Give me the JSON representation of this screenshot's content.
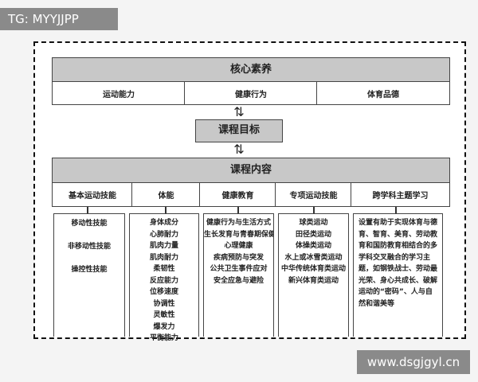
{
  "tag": "TG: MYYJJPP",
  "watermark": "www.dsgjgyl.cn",
  "core": {
    "title": "核心素养",
    "items": [
      "运动能力",
      "健康行为",
      "体育品德"
    ]
  },
  "goal": "课程目标",
  "content": {
    "title": "课程内容",
    "headers": [
      "基本运动技能",
      "体能",
      "健康教育",
      "专项运动技能",
      "跨学科主题学习"
    ],
    "columns": [
      [
        "移动性技能",
        "非移动性技能",
        "操控性技能"
      ],
      [
        "身体成分",
        "心肺耐力",
        "肌肉力量",
        "肌肉耐力",
        "柔韧性",
        "反应能力",
        "位移速度",
        "协调性",
        "灵敏性",
        "爆发力",
        "平衡能力"
      ],
      [
        "健康行为与生活方式",
        "生长发育与青春期保健",
        "心理健康",
        "疾病预防与突发",
        "公共卫生事件应对",
        "安全应急与避险"
      ],
      [
        "球类运动",
        "田径类运动",
        "体操类运动",
        "水上或冰雪类运动",
        "中华传统体育类运动",
        "新兴体育类运动"
      ],
      [
        "设置有助于实现体育与德育、智育、美育、劳动教育和国防教育相结合的多学科交叉融合的学习主题，如钢铁战士、劳动最光荣、身心共成长、破解运动的“密码”、人与自然和谐美等"
      ]
    ]
  },
  "arrow_icon": "bidirectional-arrow"
}
